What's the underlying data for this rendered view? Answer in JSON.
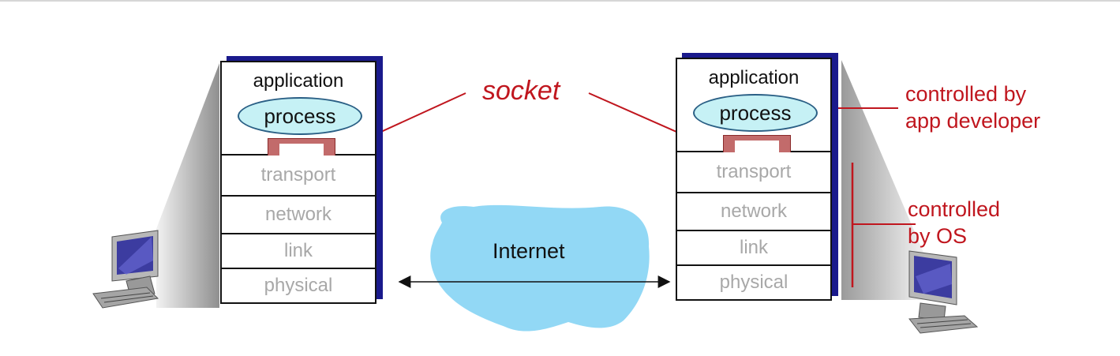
{
  "diagram": {
    "left_host": {
      "layers": {
        "application": "application",
        "process": "process",
        "transport": "transport",
        "network": "network",
        "link": "link",
        "physical": "physical"
      }
    },
    "right_host": {
      "layers": {
        "application": "application",
        "process": "process",
        "transport": "transport",
        "network": "network",
        "link": "link",
        "physical": "physical"
      }
    },
    "socket_label": "socket",
    "internet_label": "Internet",
    "controlled_by_app": [
      "controlled by",
      "app developer"
    ],
    "controlled_by_os": [
      "controlled",
      "by OS"
    ],
    "colors": {
      "annotation": "#c0161e",
      "process_fill": "#c6f1f5",
      "cloud_fill": "#92d8f5",
      "stack_shadow": "#1a1a8c",
      "socket_fill": "#c26b6b",
      "inactive_text": "#a8a8a8"
    }
  }
}
